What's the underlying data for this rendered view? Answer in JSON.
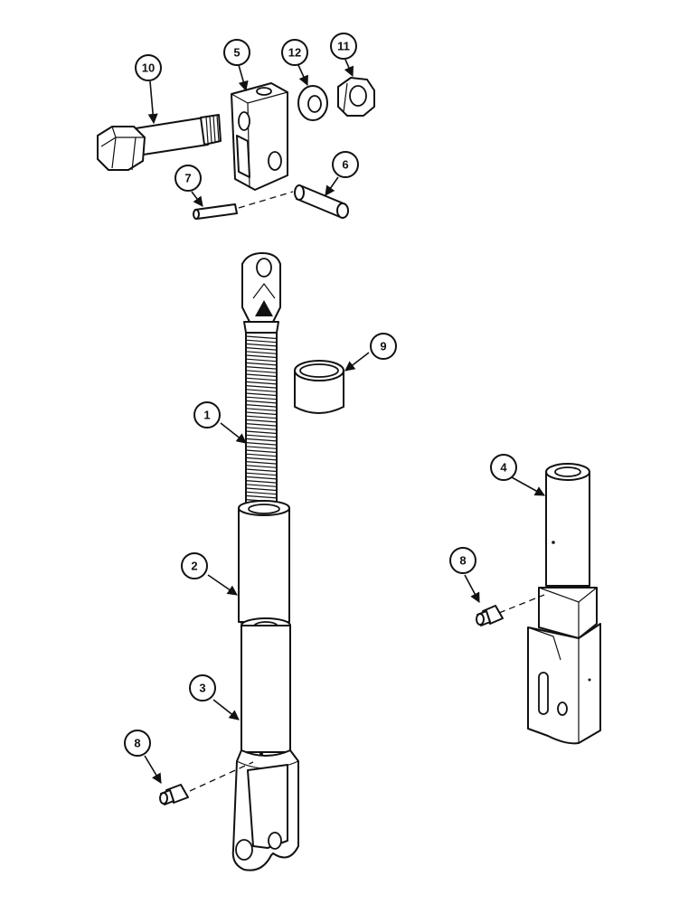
{
  "callouts": [
    {
      "id": "c10",
      "label": "10"
    },
    {
      "id": "c5",
      "label": "5"
    },
    {
      "id": "c12",
      "label": "12"
    },
    {
      "id": "c11",
      "label": "11"
    },
    {
      "id": "c7",
      "label": "7"
    },
    {
      "id": "c6",
      "label": "6"
    },
    {
      "id": "c9",
      "label": "9"
    },
    {
      "id": "c1",
      "label": "1"
    },
    {
      "id": "c4",
      "label": "4"
    },
    {
      "id": "c2",
      "label": "2"
    },
    {
      "id": "c8a",
      "label": "8"
    },
    {
      "id": "c3",
      "label": "3"
    },
    {
      "id": "c8b",
      "label": "8"
    }
  ]
}
